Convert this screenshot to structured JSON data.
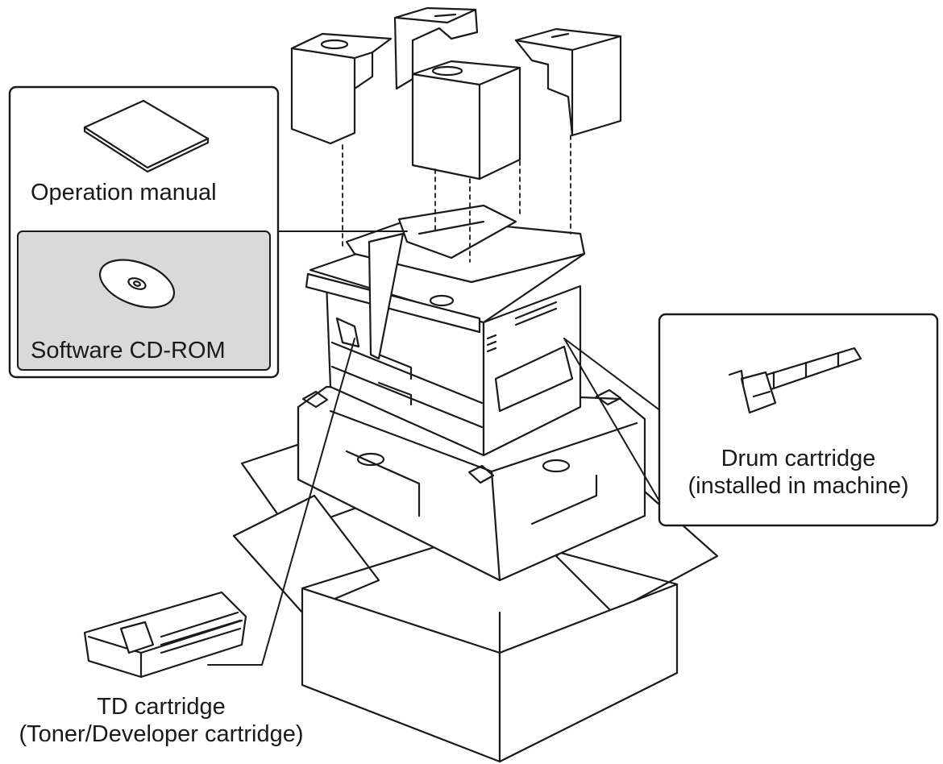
{
  "callouts": {
    "operation_manual": "Operation manual",
    "software_cd": "Software CD-ROM",
    "drum_line1": "Drum cartridge",
    "drum_line2": "(installed in machine)",
    "td_line1": "TD cartridge",
    "td_line2": "(Toner/Developer cartridge)"
  },
  "colors": {
    "ink": "#1a1a1a",
    "cd_panel": "#d9d9d9",
    "background": "#ffffff"
  }
}
